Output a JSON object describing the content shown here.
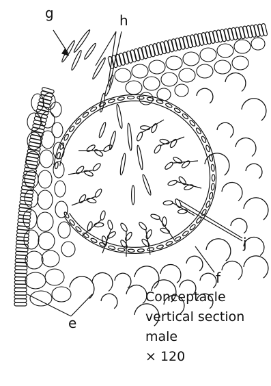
{
  "labels": {
    "g": "g",
    "h": "h",
    "j": "j",
    "f": "f",
    "e": "e"
  },
  "caption": {
    "line1": "Conceptacle",
    "line2": "vertical section",
    "line3": "male",
    "line4": "× 120"
  }
}
